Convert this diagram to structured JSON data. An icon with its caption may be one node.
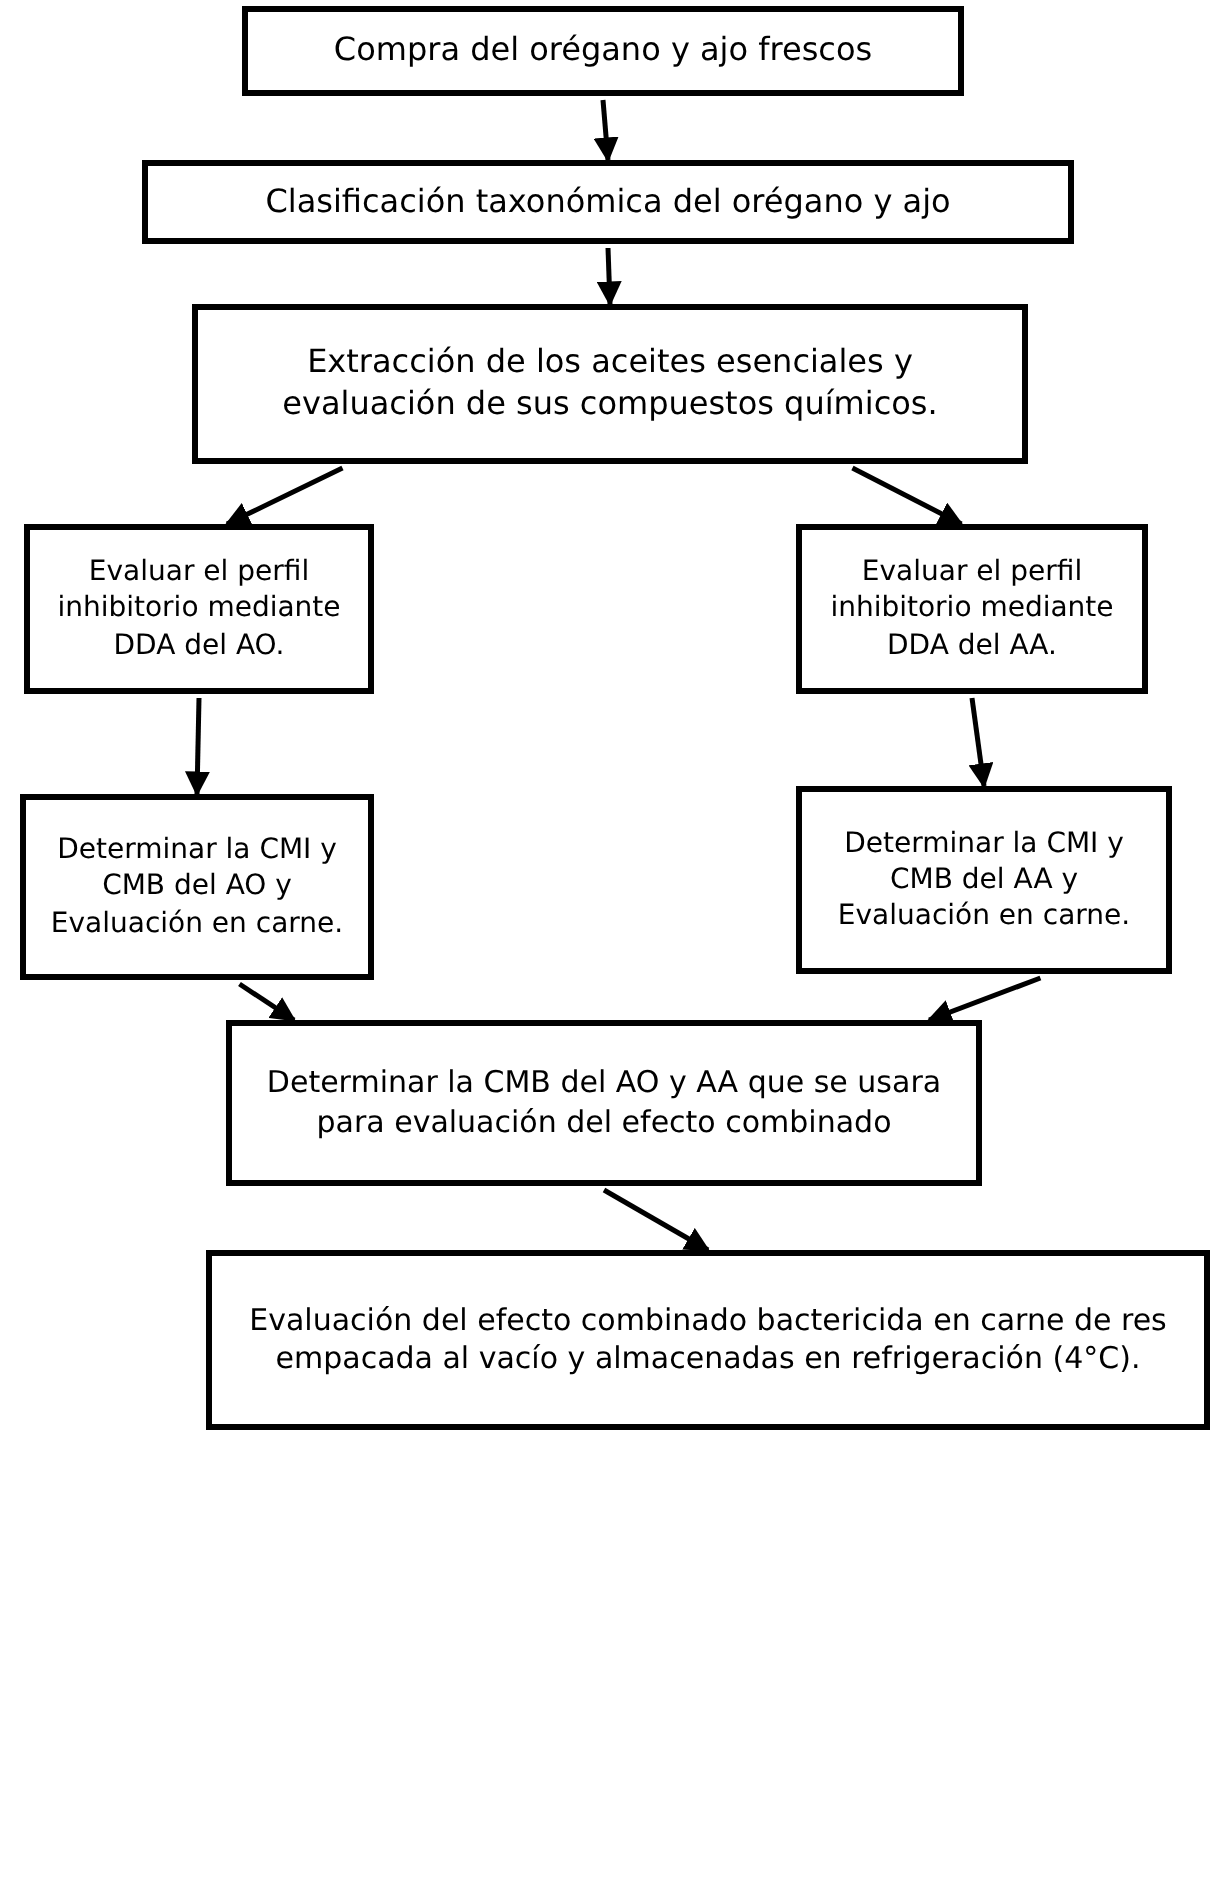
{
  "diagram": {
    "nodes": [
      {
        "text": [
          "Compra del orégano y ajo frescos"
        ]
      },
      {
        "text": [
          "Clasificación taxonómica del orégano y ajo"
        ]
      },
      {
        "text": [
          "Extracción de los aceites esenciales y evaluación de sus compuestos químicos."
        ]
      },
      {
        "text": [
          "Evaluar el perfil inhibitorio mediante DDA del AO."
        ]
      },
      {
        "text": [
          "Evaluar el perfil inhibitorio mediante DDA del AA."
        ]
      },
      {
        "text": [
          "Determinar la CMI y CMB del AO y Evaluación en carne."
        ]
      },
      {
        "text": [
          "Determinar la CMI y CMB del AA y Evaluación en carne."
        ]
      },
      {
        "text": [
          "Determinar la CMB del AO y AA que se usara para evaluación del efecto combinado"
        ]
      },
      {
        "text": [
          "Evaluación del efecto combinado bactericida en carne de res empacada al vacío y almacenadas en refrigeración (4°C)."
        ]
      }
    ],
    "edges": [
      {
        "from": 0,
        "to": 1,
        "arrow": "to"
      },
      {
        "from": 1,
        "to": 2,
        "arrow": "to"
      },
      {
        "from": 2,
        "to": 3,
        "arrow": "to"
      },
      {
        "from": 2,
        "to": 4,
        "arrow": "to"
      },
      {
        "from": 3,
        "to": 5,
        "arrow": "to"
      },
      {
        "from": 4,
        "to": 6,
        "arrow": "to"
      },
      {
        "from": 5,
        "to": 7,
        "arrow": "to"
      },
      {
        "from": 6,
        "to": 7,
        "arrow": "to"
      },
      {
        "from": 7,
        "to": 8,
        "arrow": "to"
      }
    ]
  }
}
